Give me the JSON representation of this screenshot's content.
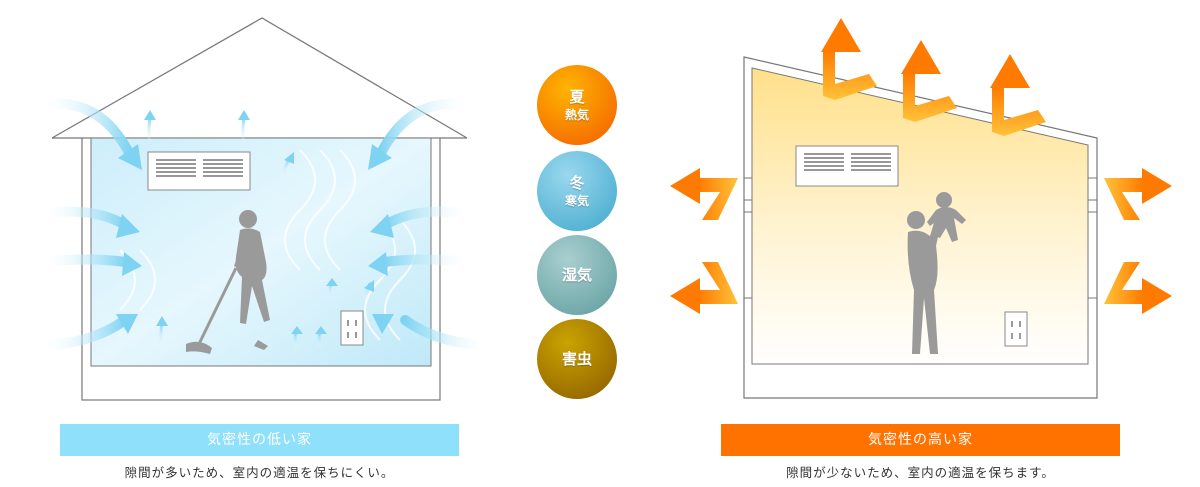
{
  "colors": {
    "low_caption_bg": "#8fe0fb",
    "high_caption_bg": "#ff7200",
    "house_line": "#777777",
    "arrow_blue": "#7fd3f2",
    "arrow_orange": "#ff8a00",
    "figure_gray": "#9a9a9a"
  },
  "badges": [
    {
      "line1": "夏",
      "line2": "熱気",
      "color_top": "#ffb400",
      "color_bottom": "#f25c00"
    },
    {
      "line1": "冬",
      "line2": "寒気",
      "color_top": "#9ad8ee",
      "color_bottom": "#3fa7cc"
    },
    {
      "line1": "湿気",
      "line2": "",
      "color_top": "#a9cfd0",
      "color_bottom": "#5e9c9d"
    },
    {
      "line1": "害虫",
      "line2": "",
      "color_top": "#c9a400",
      "color_bottom": "#8a5a00"
    }
  ],
  "low_house": {
    "title": "気密性の低い家",
    "description": "隙間が多いため、室内の適温を保ちにくい。"
  },
  "high_house": {
    "title": "気密性の高い家",
    "description": "隙間が少ないため、室内の適温を保ちます。"
  }
}
